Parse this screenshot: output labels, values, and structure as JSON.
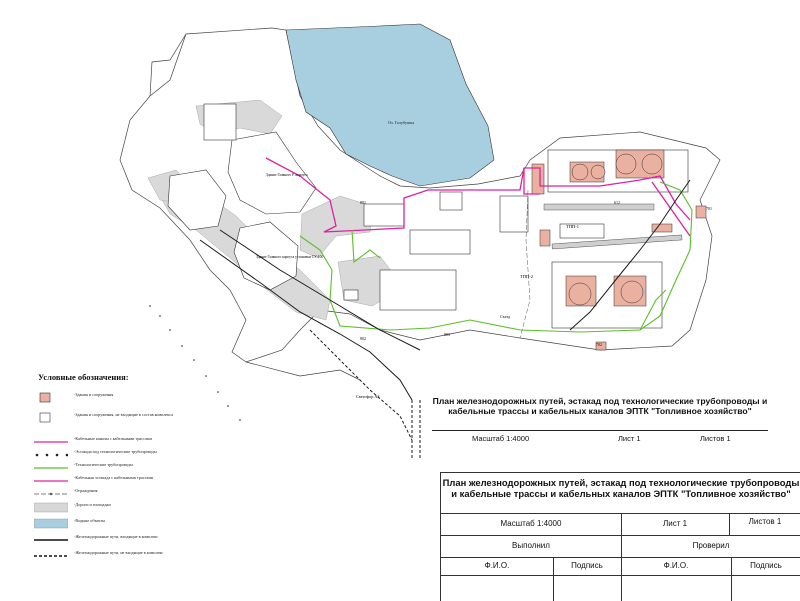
{
  "map": {
    "labels": {
      "lake": "Оз. Голубушка",
      "building_a": "Здание Главного Р. корпуса",
      "building_b": "Здание Главного корпуса установки СУ-100",
      "estakada_1": "ТПП-1",
      "estakada_2": "ТПП-2",
      "station": "Светофор АЗ",
      "road_label": "Съезд",
      "n_801": "801",
      "n_802": "802",
      "n_803": "803",
      "n_701": "701",
      "n_702": "702",
      "n_612": "612"
    },
    "colors": {
      "water": "#a8cfe0",
      "building_existing": "#eab0a0",
      "road_area": "#d7d7d7",
      "cable_channel": "#e020a0",
      "pipeline": "#5bbf2a",
      "fence": "#555555",
      "rail": "#1a1a1a"
    }
  },
  "legend": {
    "title": "Условные обозначения:",
    "items": [
      {
        "name": "existing-buildings",
        "label": "-Здания и сооружения"
      },
      {
        "name": "other-buildings",
        "label": "-Здания и сооружения, не входящие в состав комплекса"
      },
      {
        "name": "cable-channels",
        "label": "-Кабельные каналы с кабельными трассами"
      },
      {
        "name": "pipe-estakada",
        "label": "-Эстакада под технологические трубопроводы"
      },
      {
        "name": "tech-pipelines",
        "label": "-Технологические трубопроводы"
      },
      {
        "name": "cable-estakada",
        "label": "-Кабельная эстакада с кабельными трассами"
      },
      {
        "name": "fence",
        "label": "-Ограждения"
      },
      {
        "name": "roads",
        "label": "-Дороги и площадки"
      },
      {
        "name": "water",
        "label": "-Водные объекты"
      },
      {
        "name": "rail-in",
        "label": "-Железнодорожные пути, входящие в комплекс"
      },
      {
        "name": "rail-out",
        "label": "-Железнодорожные пути, не входящие в комплекс"
      }
    ]
  },
  "small_title": {
    "title": "План железнодорожных путей, эстакад под технологические трубопроводы и кабельные трассы и кабельных каналов ЭПТК \"Топливное хозяйство\"",
    "scale": "Масштаб 1:4000",
    "sheet": "Лист 1",
    "sheets": "Листов 1"
  },
  "big_title": {
    "title": "План железнодорожных путей, эстакад под технологические трубопроводы и кабельные трассы и кабельных каналов ЭПТК \"Топливное хозяйство\"",
    "scale": "Масштаб 1:4000",
    "sheet": "Лист 1",
    "sheets": "Листов 1",
    "done": "Выполнил",
    "checked": "Проверил",
    "fio1": "Ф.И.О.",
    "sign1": "Подпись",
    "fio2": "Ф.И.О.",
    "sign2": "Подпись"
  }
}
